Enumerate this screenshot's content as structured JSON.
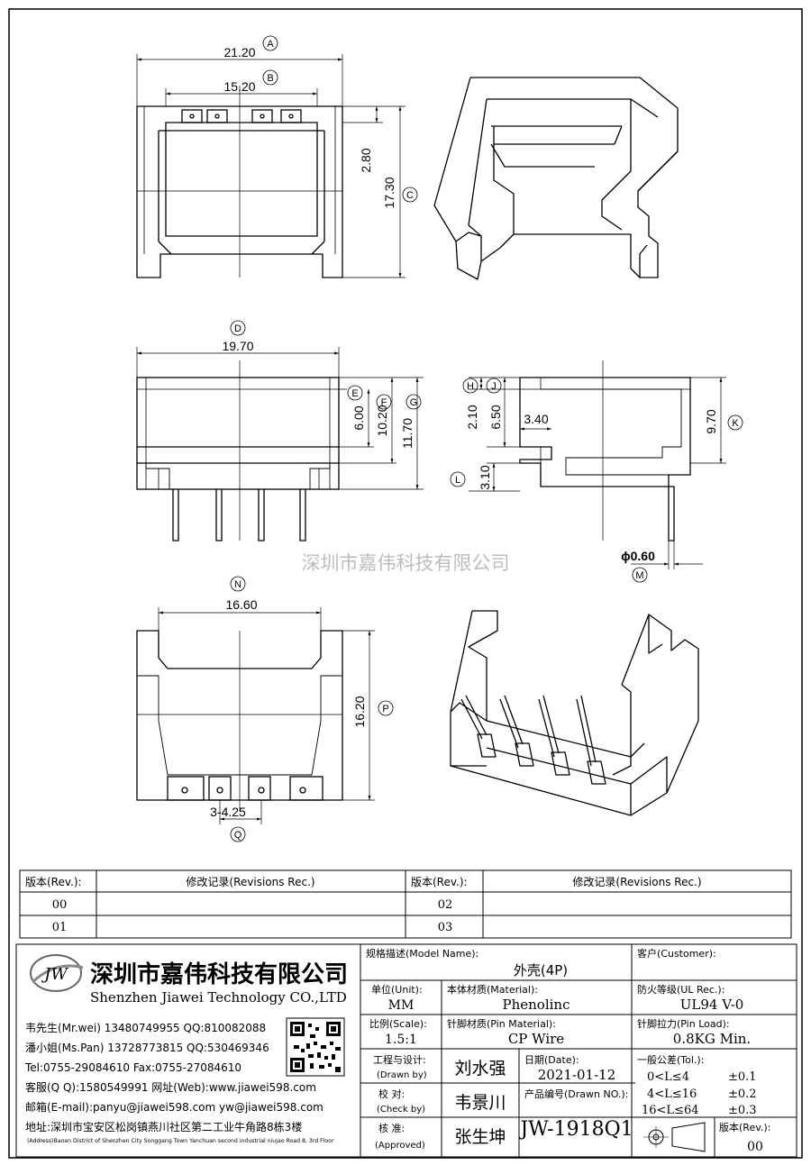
{
  "dimensions": {
    "top_width": "21.20",
    "top_inner": "15.20",
    "top_step": "2.80",
    "top_height": "17.30",
    "front_width": "19.70",
    "front_e": "6.00",
    "front_f": "10.20",
    "front_g": "11.70",
    "side_h": "2.10",
    "side_j": "6.50",
    "side_step": "3.40",
    "side_k": "9.70",
    "side_l": "3.10",
    "pin_dia": "ϕ0.60",
    "bottom_width": "16.60",
    "bottom_height": "16.20",
    "pin_pitch": "3-4.25"
  },
  "markers": [
    "A",
    "B",
    "C",
    "D",
    "E",
    "F",
    "G",
    "H",
    "J",
    "K",
    "L",
    "M",
    "N",
    "P",
    "Q"
  ],
  "watermark": "深圳市嘉伟科技有限公司",
  "revisions": {
    "header_rev": "版本(Rev.):",
    "header_rec": "修改记录(Revisions Rec.)",
    "rows": [
      [
        "00",
        "02"
      ],
      [
        "01",
        "03"
      ]
    ]
  },
  "company": {
    "logo": "JW",
    "name_cn": "深圳市嘉伟科技有限公司",
    "name_en": "Shenzhen Jiawei Technology CO.,LTD",
    "contacts": [
      "韦先生(Mr.wei) 13480749955 QQ:810082088",
      "潘小姐(Ms.Pan) 13728773815 QQ:530469346",
      "Tel:0755-29084610      Fax:0755-27084610",
      "客服(Q Q):1580549991   网址(Web):www.jiawei598.com",
      "邮箱(E-mail):panyu@jiawei598.com  yw@jiawei598.com",
      "地址:深圳市宝安区松岗镇燕川社区第二工业牛角路8栋3楼"
    ],
    "address_en": "(Address)Baoan District of Shenzhen City Songgang Town Yanchuan  second industrial niujao Road 8, 3rd Floor"
  },
  "titleblock": {
    "model_label": "规格描述(Model Name):",
    "model_value": "外壳(4P)",
    "customer_label": "客户(Customer):",
    "unit_label": "单位(Unit):",
    "unit_value": "MM",
    "material_label": "本体材质(Material):",
    "material_value": "Phenolinc",
    "ul_label": "防火等级(UL Rec.):",
    "ul_value": "UL94 V-0",
    "scale_label": "比例(Scale):",
    "scale_value": "1.5:1",
    "pin_material_label": "针脚材质(Pin Material):",
    "pin_material_value": "CP Wire",
    "pin_load_label": "针脚拉力(Pin Load):",
    "pin_load_value": "0.8KG Min.",
    "drawn_label": "工程与设计:",
    "drawn_sub": "(Drawn by)",
    "drawn_value": "刘水强",
    "date_label": "日期(Date):",
    "date_value": "2021-01-12",
    "tol_label": "一般公差(Tol.):",
    "tol_rows": [
      [
        "0<L≤4",
        "±0.1"
      ],
      [
        "4<L≤16",
        "±0.2"
      ],
      [
        "16<L≤64",
        "±0.3"
      ]
    ],
    "check_label": "校   对:",
    "check_sub": "(Check by)",
    "check_value": "韦景川",
    "drawn_no_label": "产品编号(Drawn NO.):",
    "drawn_no_value": "JW-1918Q1",
    "approve_label": "核   准:",
    "approve_sub": "(Approved)",
    "approve_value": "张生坤",
    "rev_label": "版本(Rev.):",
    "rev_value": "00"
  }
}
